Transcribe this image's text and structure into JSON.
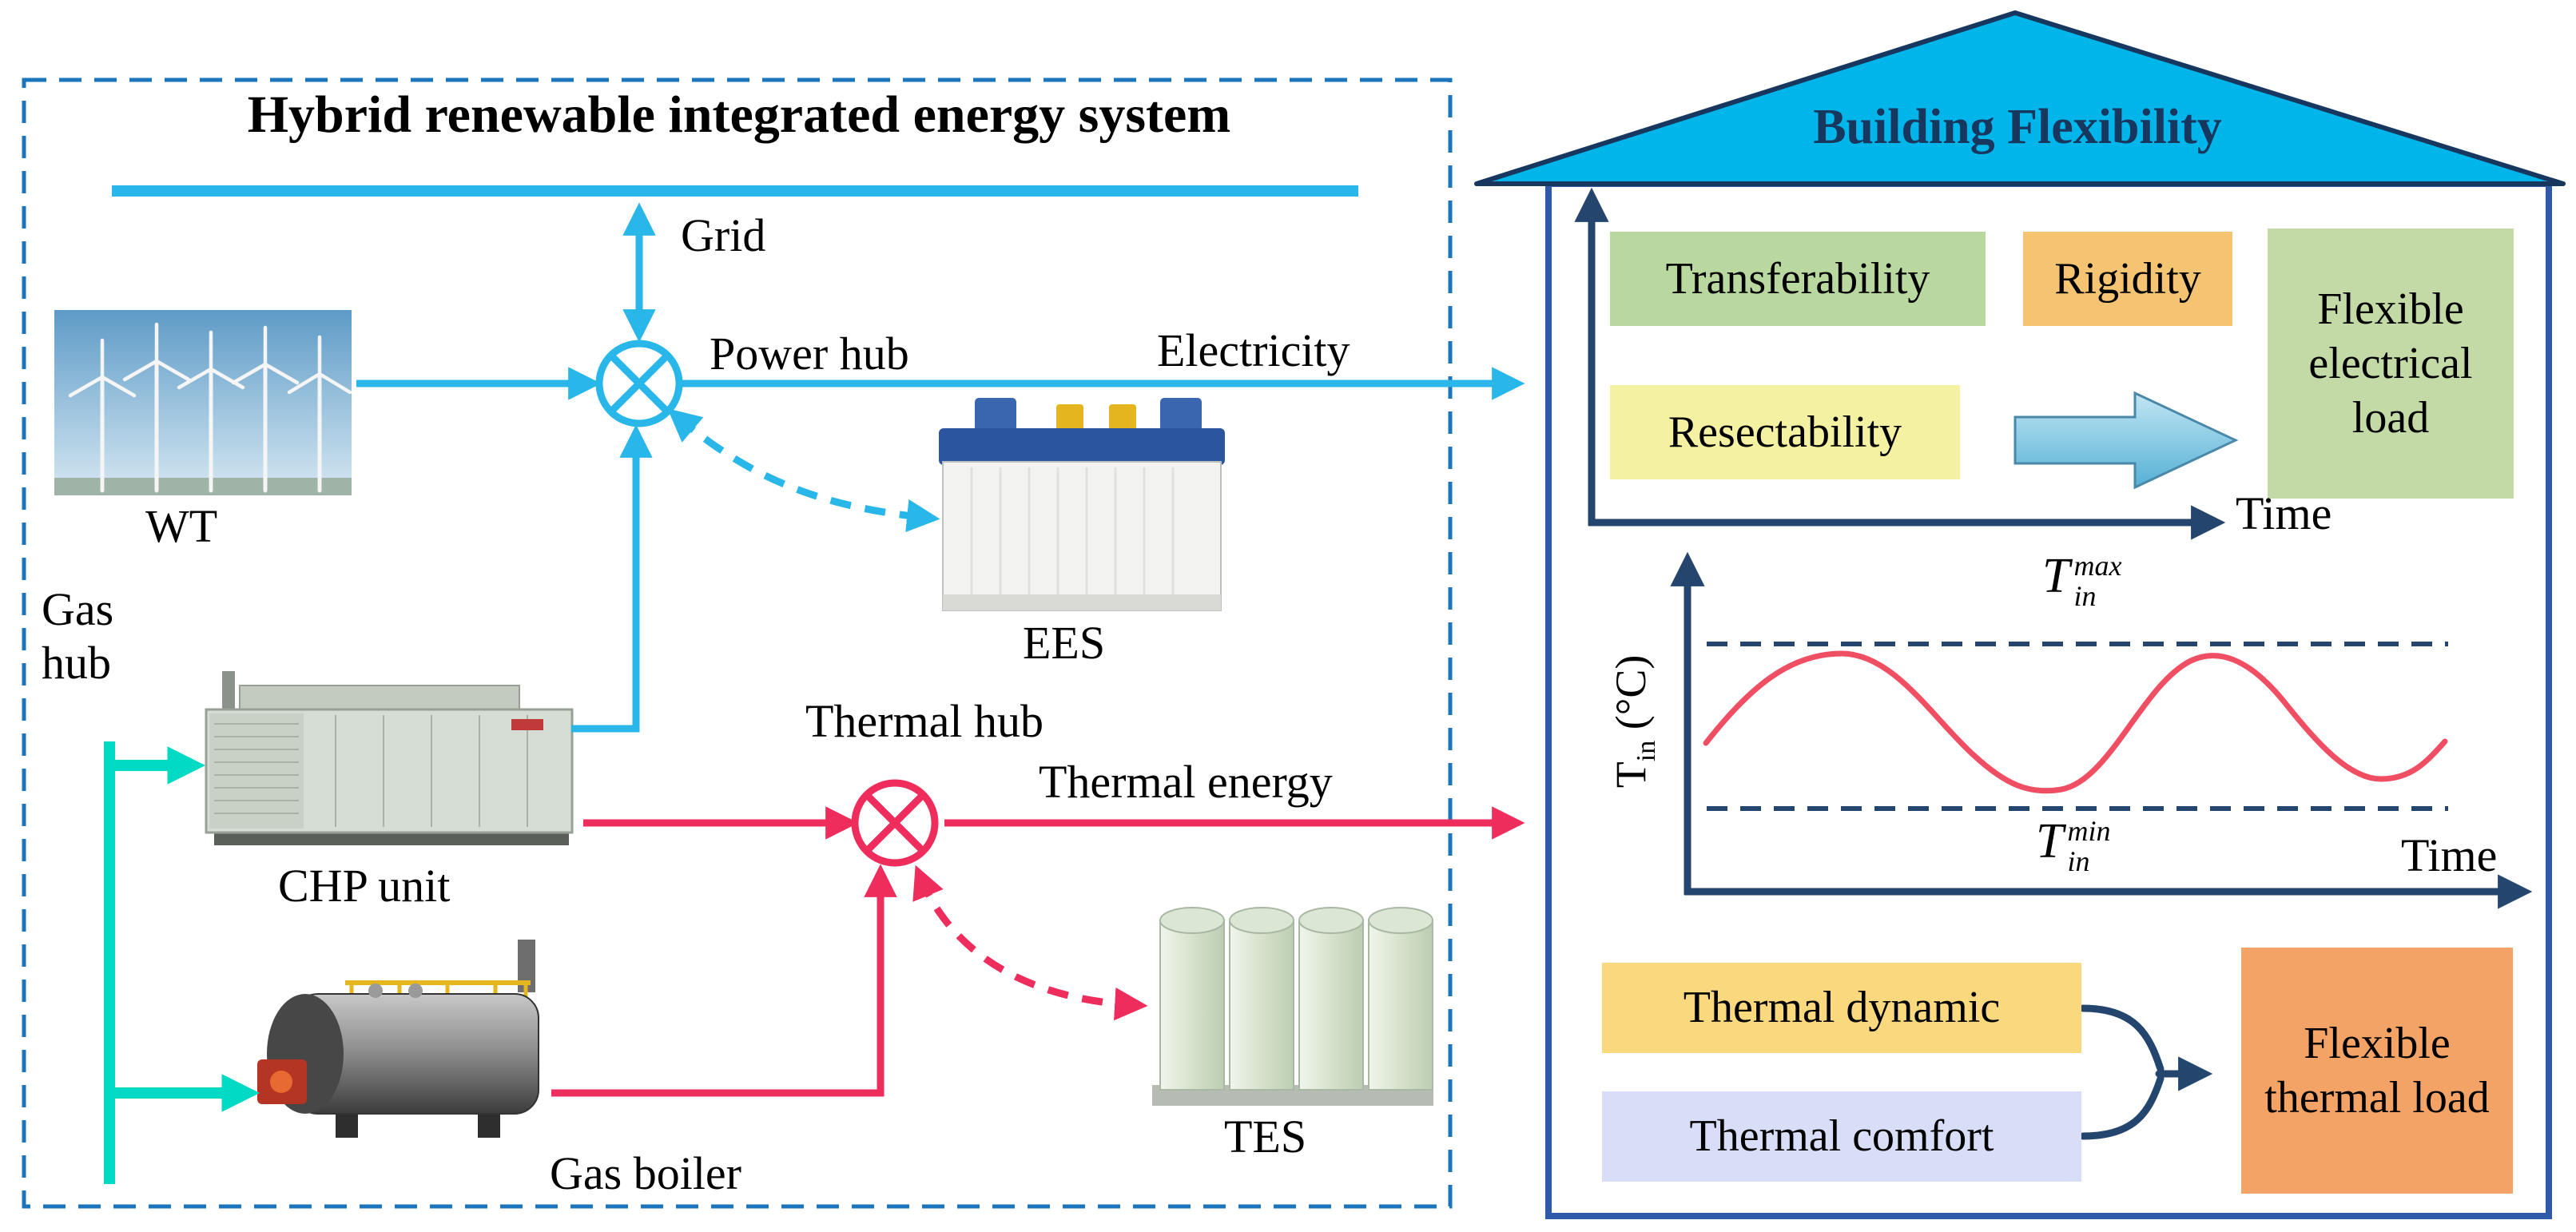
{
  "left_panel": {
    "title": "Hybrid renewable integrated energy system",
    "labels": {
      "grid": "Grid",
      "power_hub": "Power hub",
      "electricity": "Electricity",
      "wt": "WT",
      "ees": "EES",
      "gas_hub": "Gas hub",
      "chp": "CHP unit",
      "thermal_hub": "Thermal hub",
      "thermal_energy": "Thermal energy",
      "gas_boiler": "Gas boiler",
      "tes": "TES"
    }
  },
  "right_panel": {
    "title": "Building Flexibility",
    "electrical_section": {
      "transferability": "Transferability",
      "rigidity": "Rigidity",
      "resectability": "Resectability",
      "flexible_load": "Flexible electrical load",
      "time": "Time"
    },
    "temperature_chart": {
      "y_axis_base": "T",
      "y_axis_sub": "in",
      "y_axis_unit": "(°C)",
      "t_base": "T",
      "t_sub": "in",
      "t_max_sup": "max",
      "t_min_sup": "min",
      "time": "Time"
    },
    "thermal_section": {
      "thermal_dynamic": "Thermal dynamic",
      "thermal_comfort": "Thermal comfort",
      "flexible_load": "Flexible thermal load"
    }
  },
  "colors": {
    "electric": "#29b6e8",
    "gas": "#00d9c4",
    "thermal": "#ee2d5d",
    "navy": "#24466e",
    "roof": "#00b5e9",
    "green_box": "#b9d89f",
    "orange_box": "#f4c472",
    "yellow_box": "#f4f1a2",
    "thermal_dynamic_box": "#fad87e",
    "thermal_comfort_box": "#d9def8",
    "flexible_thermal_box": "#f2a365"
  }
}
